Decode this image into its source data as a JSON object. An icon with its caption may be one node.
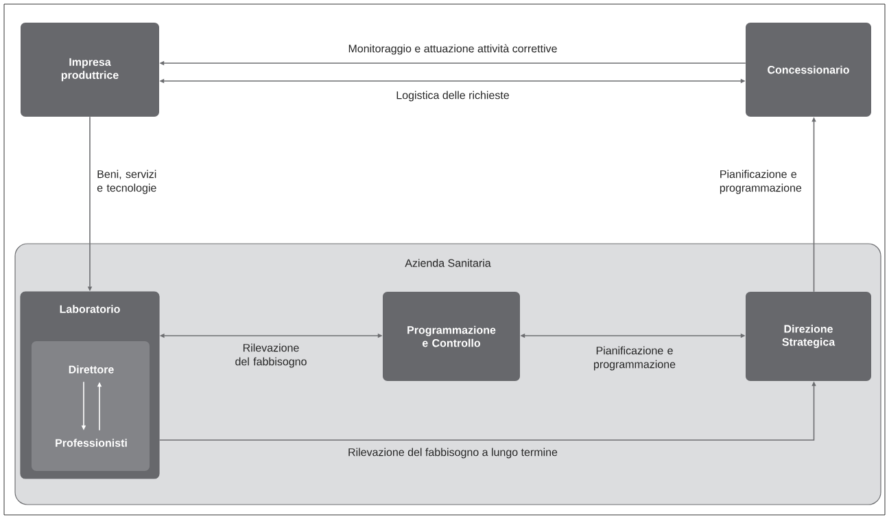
{
  "diagram": {
    "nodes": [
      {
        "text": [
          "Impresa produttrice"
        ]
      },
      {
        "text": [
          "Concessionario"
        ]
      },
      {
        "text": [
          "Azienda Sanitaria"
        ]
      },
      {
        "text": [
          "Laboratorio"
        ],
        "in": 2
      },
      {
        "text": [],
        "shape": "box",
        "in": 3
      },
      {
        "text": [
          "Direttore"
        ],
        "in": 4
      },
      {
        "text": [
          "Professionisti"
        ],
        "in": 4
      },
      {
        "text": [
          "Programmazione e Controllo"
        ],
        "in": 2
      },
      {
        "text": [
          "Direzione Strategica"
        ],
        "in": 2
      }
    ],
    "edges": [
      {
        "from": 1,
        "to": 0,
        "arrow": "to",
        "label": "Monitoraggio e attuazione attività correttive"
      },
      {
        "from": 0,
        "to": 1,
        "arrow": "both",
        "label": "Logistica delle richieste"
      },
      {
        "from": 0,
        "to": 3,
        "arrow": "to",
        "label": "Beni, servizi e tecnologie"
      },
      {
        "from": 8,
        "to": 1,
        "arrow": "to",
        "label": "Pianificazione e programmazione"
      },
      {
        "from": 3,
        "to": 7,
        "arrow": "both",
        "label": "Rilevazione del fabbisogno"
      },
      {
        "from": 7,
        "to": 8,
        "arrow": "both",
        "label": "Pianificazione e programmazione"
      },
      {
        "from": 3,
        "to": 8,
        "arrow": "to",
        "label": "Rilevazione del fabbisogno a lungo termine"
      },
      {
        "from": 5,
        "to": 6,
        "arrow": "to",
        "color": "#ffffff"
      },
      {
        "from": 6,
        "to": 5,
        "arrow": "to",
        "color": "#ffffff"
      }
    ]
  }
}
